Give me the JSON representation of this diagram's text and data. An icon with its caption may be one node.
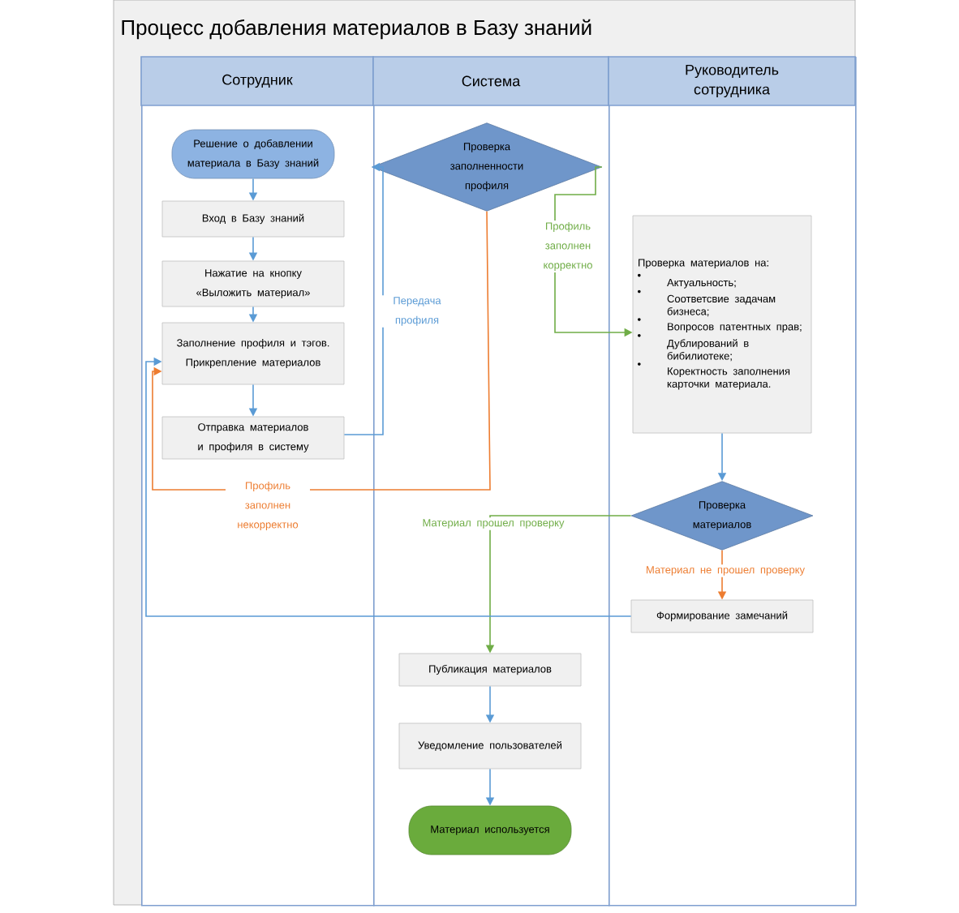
{
  "diagram": {
    "title": "Процесс добавления материалов в Базу знаний",
    "nodes": [
      {
        "text": [
          "Сотрудник"
        ]
      },
      {
        "text": [
          "Система"
        ]
      },
      {
        "text": [
          "Руководитель сотрудника"
        ]
      },
      {
        "text": [
          "Решение о добавлении материала в Базу знаний"
        ],
        "in": 0
      },
      {
        "text": [
          "Вход в Базу знаний"
        ],
        "in": 0
      },
      {
        "text": [
          "Нажатие на кнопку «Выложить материал»"
        ],
        "in": 0
      },
      {
        "text": [
          "Заполнение профиля и тэгов. Прикрепление материалов"
        ],
        "in": 0
      },
      {
        "text": [
          "Отправка материалов и профиля в систему"
        ],
        "in": 0
      },
      {
        "text": [
          "Проверка заполненности профиля"
        ],
        "in": 1
      },
      {
        "text": [
          "Проверка материалов на:",
          "Актуальность;",
          "Соответсвие задачам бизнеса;",
          "Вопросов патентных прав;",
          "Дублирований в бибилиотеке;",
          "Коректность заполнения карточки материала."
        ],
        "in": 2
      },
      {
        "text": [
          "Проверка материалов"
        ],
        "in": 2
      },
      {
        "text": [
          "Формирование замечаний"
        ],
        "in": 2
      },
      {
        "text": [
          "Публикация материалов"
        ],
        "in": 1
      },
      {
        "text": [
          "Уведомление пользователей"
        ],
        "in": 1
      },
      {
        "text": [
          "Материал используется"
        ],
        "in": 1
      }
    ],
    "edges": [
      {
        "from": 3,
        "to": 4,
        "arrow": "to"
      },
      {
        "from": 4,
        "to": 5,
        "arrow": "to"
      },
      {
        "from": 5,
        "to": 6,
        "arrow": "to"
      },
      {
        "from": 6,
        "to": 7,
        "arrow": "to"
      },
      {
        "from": 7,
        "to": 8,
        "arrow": "to",
        "label": "Передача профиля"
      },
      {
        "from": 8,
        "to": 9,
        "arrow": "to",
        "label": "Профиль заполнен корректно",
        "color": "#70ad47"
      },
      {
        "from": 8,
        "to": 6,
        "arrow": "to",
        "label": "Профиль заполнен некорректно",
        "color": "#ed7d31"
      },
      {
        "from": 9,
        "to": 10,
        "arrow": "to"
      },
      {
        "from": 10,
        "to": 12,
        "arrow": "to",
        "label": "Материал прошел проверку",
        "color": "#70ad47"
      },
      {
        "from": 10,
        "to": 11,
        "arrow": "to",
        "label": "Материал не прошел проверку",
        "color": "#ed7d31"
      },
      {
        "from": 11,
        "to": 6,
        "arrow": "to"
      },
      {
        "from": 12,
        "to": 13,
        "arrow": "to"
      },
      {
        "from": 13,
        "to": 14,
        "arrow": "to"
      }
    ]
  }
}
